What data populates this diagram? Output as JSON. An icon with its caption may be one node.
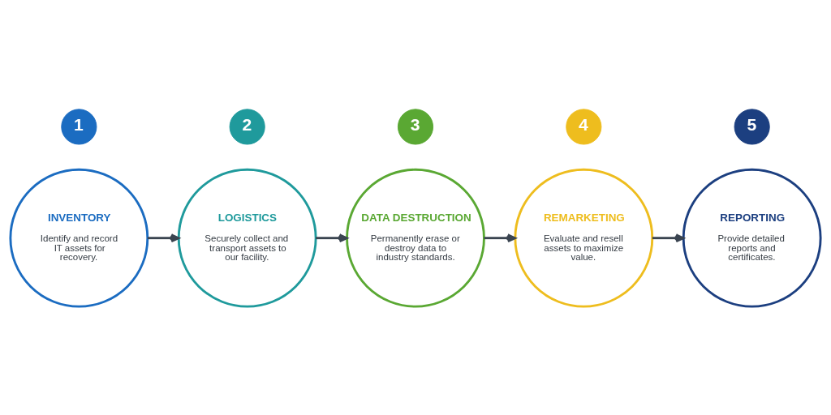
{
  "diagram": {
    "nodes": [
      {
        "text": [
          "1"
        ]
      },
      {
        "text": [
          "2"
        ]
      },
      {
        "text": [
          "3"
        ]
      },
      {
        "text": [
          "4"
        ]
      },
      {
        "text": [
          "5"
        ]
      },
      {
        "text": [
          "INVENTORY",
          "Identify and record IT assets for recovery."
        ]
      },
      {
        "text": [
          "LOGISTICS",
          "Securely collect and transport assets to our facility."
        ]
      },
      {
        "text": [
          "DATA DESTRUCTION",
          "Permanently erase or destroy data to industry standards."
        ]
      },
      {
        "text": [
          "REMARKETING",
          "Evaluate and resell assets to maximize value."
        ]
      },
      {
        "text": [
          "REPORTING",
          "Provide detailed reports and certificates."
        ]
      }
    ],
    "edges": [
      {
        "from": 5,
        "to": 6,
        "arrow": "to"
      },
      {
        "from": 6,
        "to": 7,
        "arrow": "to"
      },
      {
        "from": 7,
        "to": 8,
        "arrow": "to"
      },
      {
        "from": 8,
        "to": 9,
        "arrow": "to"
      }
    ]
  }
}
